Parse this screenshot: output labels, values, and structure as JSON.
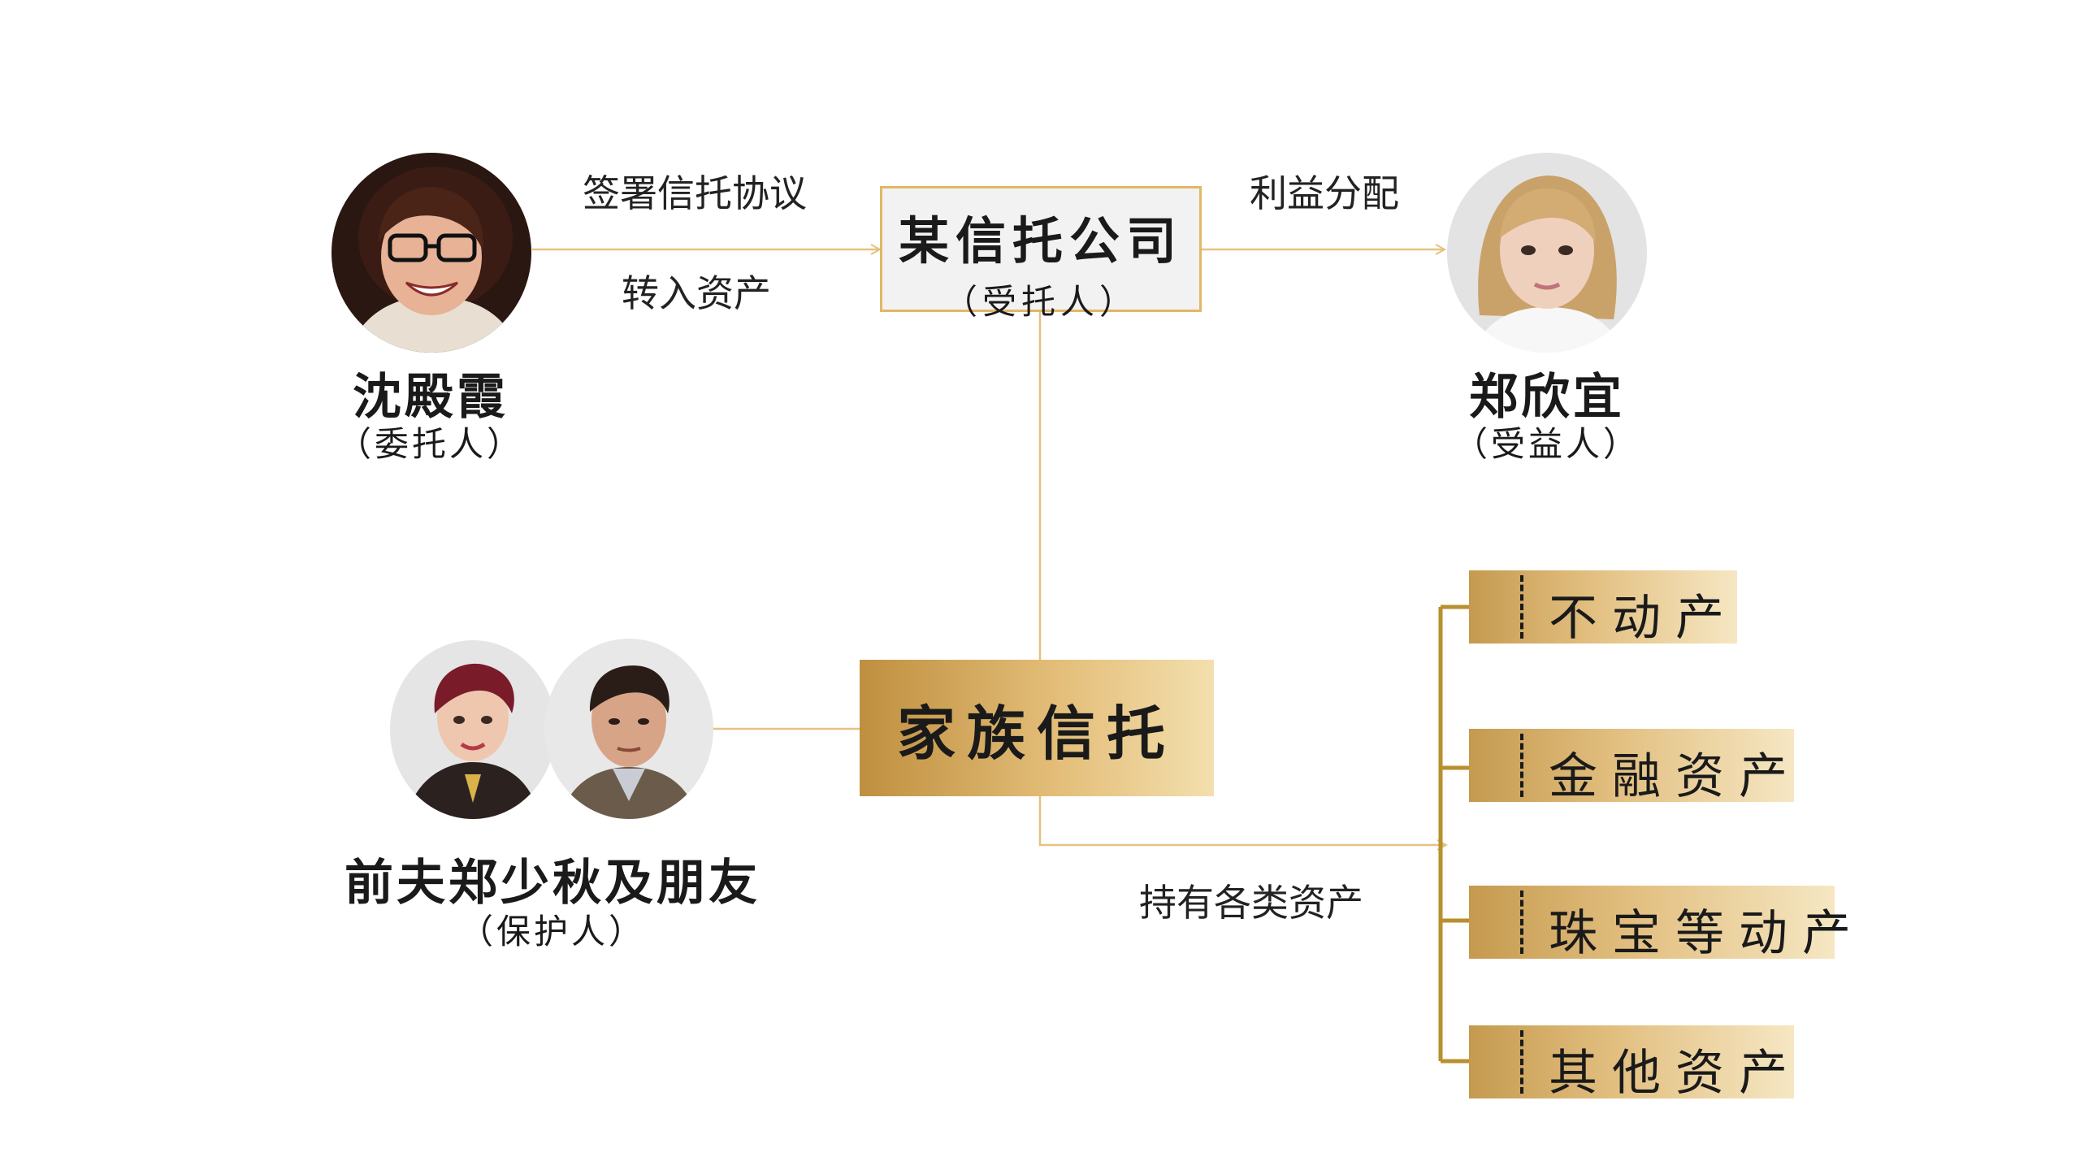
{
  "settlor": {
    "name": "沈殿霞",
    "role": "（委托人）"
  },
  "trustee": {
    "name": "某信托公司",
    "role": "（受托人）"
  },
  "beneficiary": {
    "name": "郑欣宜",
    "role": "（受益人）"
  },
  "protector": {
    "name": "前夫郑少秋及朋友",
    "role": "（保护人）"
  },
  "trust": {
    "name": "家族信托"
  },
  "edges": {
    "sign_agreement": "签署信托协议",
    "transfer_assets": "转入资产",
    "distribute_benefits": "利益分配",
    "hold_assets": "持有各类资产"
  },
  "assets": [
    "不动产",
    "金融资产",
    "珠宝等动产",
    "其他资产"
  ],
  "colors": {
    "connector": "#e6c27f",
    "bracket": "#b8902e",
    "trustee_border": "#e2b765",
    "gold_dark": "#bf8f3f",
    "gold_light": "#f3dfae"
  }
}
